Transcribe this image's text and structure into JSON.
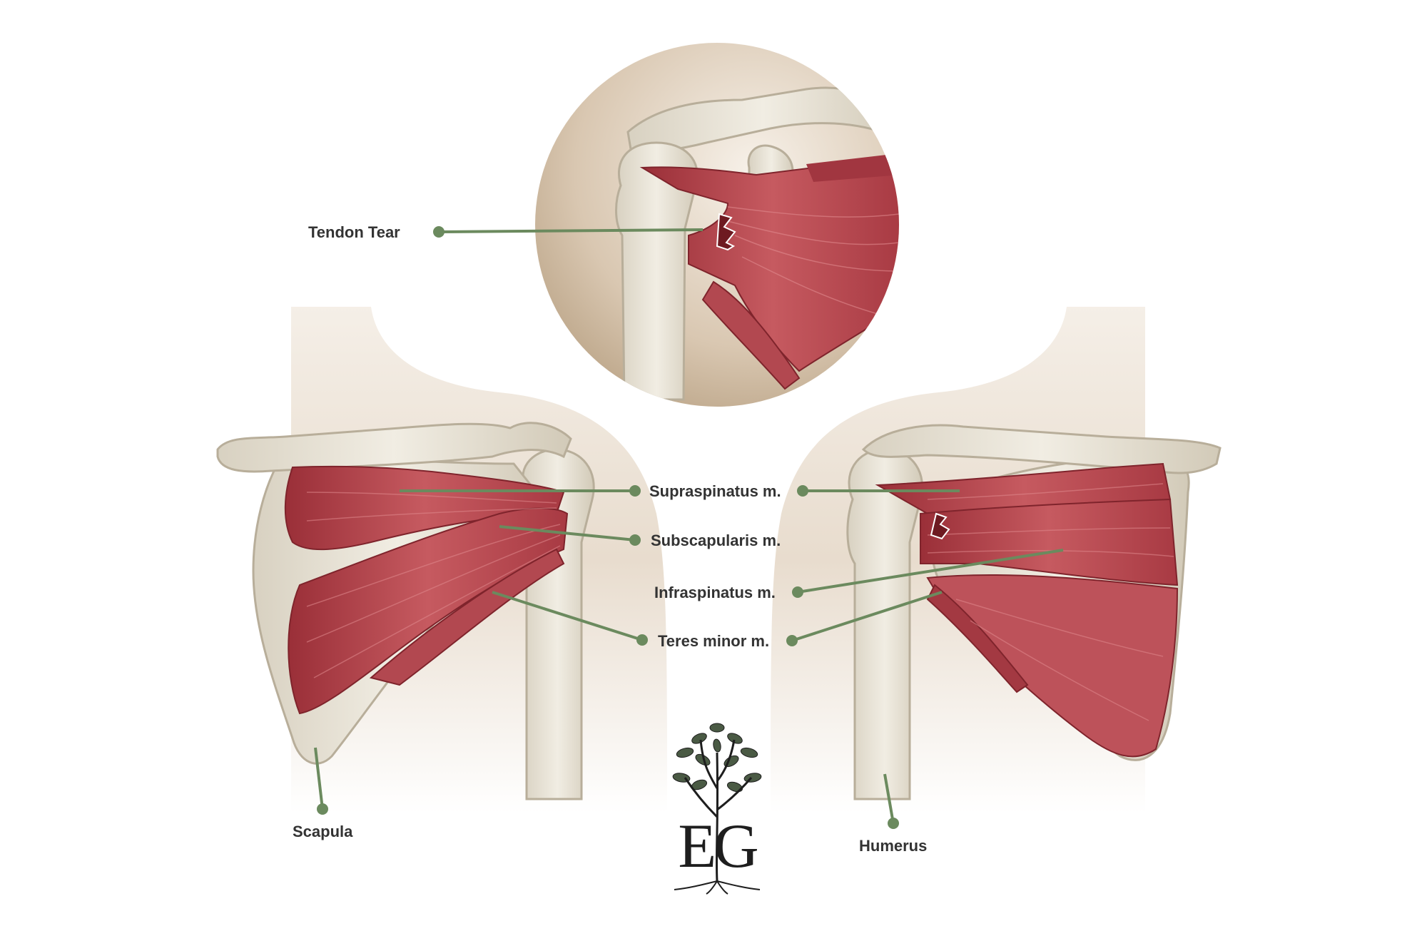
{
  "labels": {
    "tendon_tear": "Tendon Tear",
    "supraspinatus": "Supraspinatus m.",
    "subscapularis": "Subscapularis m.",
    "infraspinatus": "Infraspinatus m.",
    "teres_minor": "Teres minor m.",
    "scapula": "Scapula",
    "humerus": "Humerus"
  },
  "logo": {
    "text": "EG"
  },
  "colors": {
    "leader": "#6b8a5e",
    "label": "#333333",
    "muscle": "#b84a52",
    "muscle_dark": "#8c2a32",
    "bone": "#e8e3d6",
    "bone_outline": "#b8ae9a",
    "skin_shadow": "#d9c7b1"
  }
}
